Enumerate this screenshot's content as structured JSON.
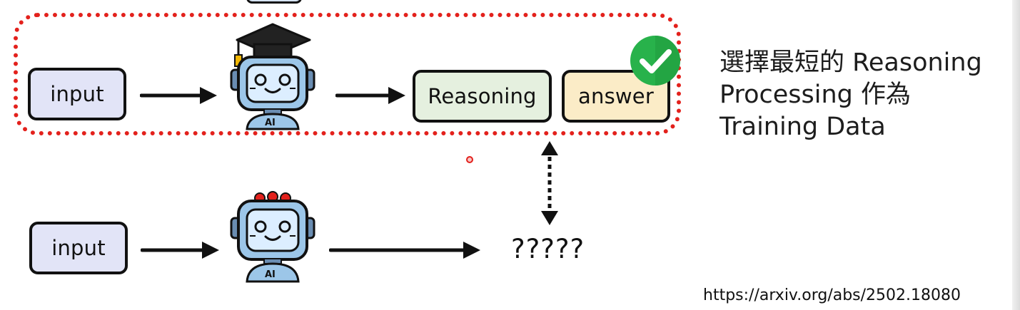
{
  "slide": {
    "accent_color": "#e3211c",
    "check_color": "#28b24b",
    "input_fill": "#e2e4f7",
    "reasoning_fill": "#e5f0df",
    "answer_fill": "#fbecc7",
    "robot_face_color": "#9cc6e8"
  },
  "top_row": {
    "input_label": "input",
    "reasoning_label": "Reasoning",
    "answer_label": "answer",
    "robot_badge": "AI",
    "robot_icon": "graduate-robot-icon",
    "check_icon": "green-check-icon"
  },
  "bottom_row": {
    "input_label": "input",
    "robot_badge": "AI",
    "robot_icon": "student-robot-icon",
    "output_label": "?????"
  },
  "caption": {
    "text": "選擇最短的 Reasoning Processing 作為 Training Data"
  },
  "source": {
    "url": "https://arxiv.org/abs/2502.18080"
  }
}
